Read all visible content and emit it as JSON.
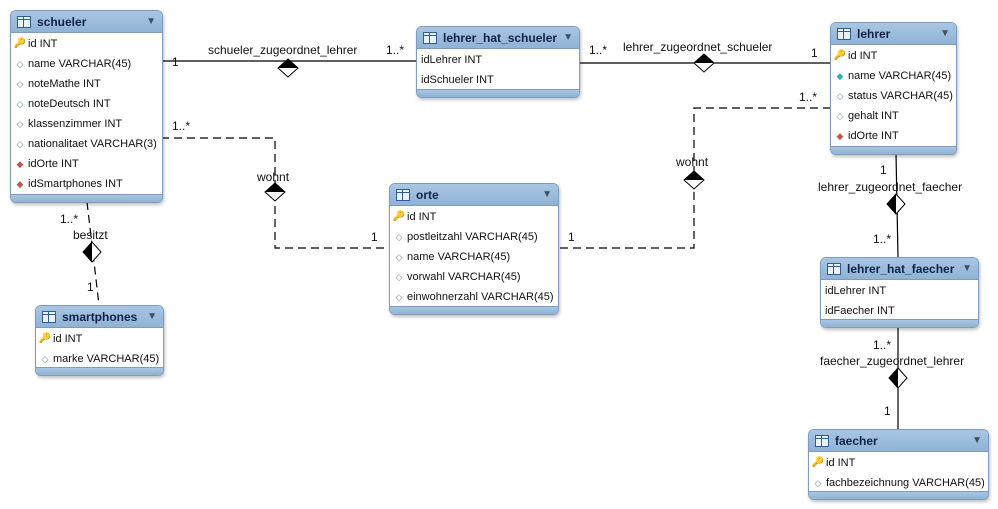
{
  "colors": {
    "header": "#a9c6e2",
    "border": "#7d9cbf",
    "line": "#000000",
    "primary_key": "#e6b400",
    "foreign_key": "#c9524c",
    "not_null": "#2ab4a8"
  },
  "entities": {
    "schueler": {
      "title": "schueler",
      "attributes": [
        {
          "text": "id INT",
          "icon": "primary-key-icon"
        },
        {
          "text": "name VARCHAR(45)",
          "icon": "column-icon"
        },
        {
          "text": "noteMathe INT",
          "icon": "column-icon"
        },
        {
          "text": "noteDeutsch INT",
          "icon": "column-icon"
        },
        {
          "text": "klassenzimmer INT",
          "icon": "column-icon"
        },
        {
          "text": "nationalitaet VARCHAR(3)",
          "icon": "column-icon"
        },
        {
          "text": "idOrte INT",
          "icon": "foreign-key-icon"
        },
        {
          "text": "idSmartphones INT",
          "icon": "foreign-key-icon"
        }
      ]
    },
    "lehrer_hat_schueler": {
      "title": "lehrer_hat_schueler",
      "attributes": [
        {
          "text": "idLehrer INT",
          "icon": "none"
        },
        {
          "text": "idSchueler INT",
          "icon": "none"
        }
      ]
    },
    "lehrer": {
      "title": "lehrer",
      "attributes": [
        {
          "text": "id INT",
          "icon": "primary-key-icon"
        },
        {
          "text": "name VARCHAR(45)",
          "icon": "not-null-column-icon"
        },
        {
          "text": "status VARCHAR(45)",
          "icon": "column-icon"
        },
        {
          "text": "gehalt INT",
          "icon": "column-icon"
        },
        {
          "text": "idOrte INT",
          "icon": "foreign-key-icon"
        }
      ]
    },
    "orte": {
      "title": "orte",
      "attributes": [
        {
          "text": "id INT",
          "icon": "primary-key-icon"
        },
        {
          "text": "postleitzahl VARCHAR(45)",
          "icon": "column-icon"
        },
        {
          "text": "name VARCHAR(45)",
          "icon": "column-icon"
        },
        {
          "text": "vorwahl VARCHAR(45)",
          "icon": "column-icon"
        },
        {
          "text": "einwohnerzahl VARCHAR(45)",
          "icon": "column-icon"
        }
      ]
    },
    "smartphones": {
      "title": "smartphones",
      "attributes": [
        {
          "text": "id INT",
          "icon": "primary-key-icon"
        },
        {
          "text": "marke VARCHAR(45)",
          "icon": "column-icon"
        }
      ]
    },
    "lehrer_hat_faecher": {
      "title": "lehrer_hat_faecher",
      "attributes": [
        {
          "text": "idLehrer INT",
          "icon": "none"
        },
        {
          "text": "idFaecher INT",
          "icon": "none"
        }
      ]
    },
    "faecher": {
      "title": "faecher",
      "attributes": [
        {
          "text": "id INT",
          "icon": "primary-key-icon"
        },
        {
          "text": "fachbezeichnung VARCHAR(45)",
          "icon": "column-icon"
        }
      ]
    }
  },
  "relationships": {
    "schueler_zugeordnet_lehrer": {
      "name": "schueler_zugeordnet_lehrer",
      "card_a": "1",
      "card_b": "1..*"
    },
    "lehrer_zugeordnet_schueler": {
      "name": "lehrer_zugeordnet_schueler",
      "card_a": "1..*",
      "card_b": "1"
    },
    "schueler_wohnt": {
      "name": "wohnt",
      "card_a": "1..*",
      "card_b": "1"
    },
    "lehrer_wohnt": {
      "name": "wohnt",
      "card_a": "1",
      "card_b": "1..*"
    },
    "besitzt": {
      "name": "besitzt",
      "card_a": "1..*",
      "card_b": "1"
    },
    "lehrer_zugeordnet_faecher": {
      "name": "lehrer_zugeordnet_faecher",
      "card_a": "1",
      "card_b": "1..*"
    },
    "faecher_zugeordnet_lehrer": {
      "name": "faecher_zugeordnet_lehrer",
      "card_a": "1..*",
      "card_b": "1"
    }
  },
  "icons": {
    "collapse": "collapse-triangle-icon",
    "table": "table-icon"
  }
}
